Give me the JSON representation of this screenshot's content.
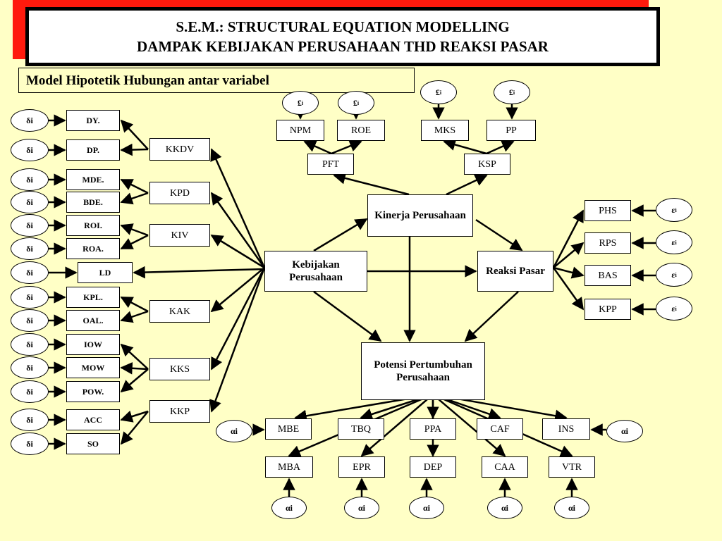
{
  "title": {
    "line1": "S.E.M.: STRUCTURAL EQUATION MODELLING",
    "line2": "DAMPAK KEBIJAKAN PERUSAHAAN THD REAKSI PASAR"
  },
  "subtitle": "Model Hipotetik  Hubungan antar variabel",
  "latent": {
    "kebijakan": "Kebijakan Perusahaan",
    "kinerja": "Kinerja Perusahaan",
    "reaksi": "Reaksi Pasar",
    "potensi": "Potensi Pertumbuhan Perusahaan"
  },
  "sub_factors": [
    "KKDV",
    "KPD",
    "KIV",
    "KAK",
    "KKS",
    "KKP"
  ],
  "left_indicators": [
    "DY.",
    "DP.",
    "MDE.",
    "BDE.",
    "ROI.",
    "ROA.",
    "LD",
    "KPL.",
    "OAL.",
    "IOW",
    "MOW",
    "POW.",
    "ACC",
    "SO"
  ],
  "delta": "δi",
  "kinerja_mid": [
    "PFT",
    "KSP"
  ],
  "kinerja_top": [
    "NPM",
    "ROE",
    "MKS",
    "PP"
  ],
  "pound_err": "£",
  "pound_sub": "i",
  "reaksi_ind": [
    "PHS",
    "RPS",
    "BAS",
    "KPP"
  ],
  "eps_err": "ε",
  "eps_sub": "i",
  "potensi_row1": [
    "MBE",
    "TBQ",
    "PPA",
    "CAF",
    "INS"
  ],
  "potensi_row2": [
    "MBA",
    "EPR",
    "DEP",
    "CAA",
    "VTR"
  ],
  "alpha": "αi"
}
